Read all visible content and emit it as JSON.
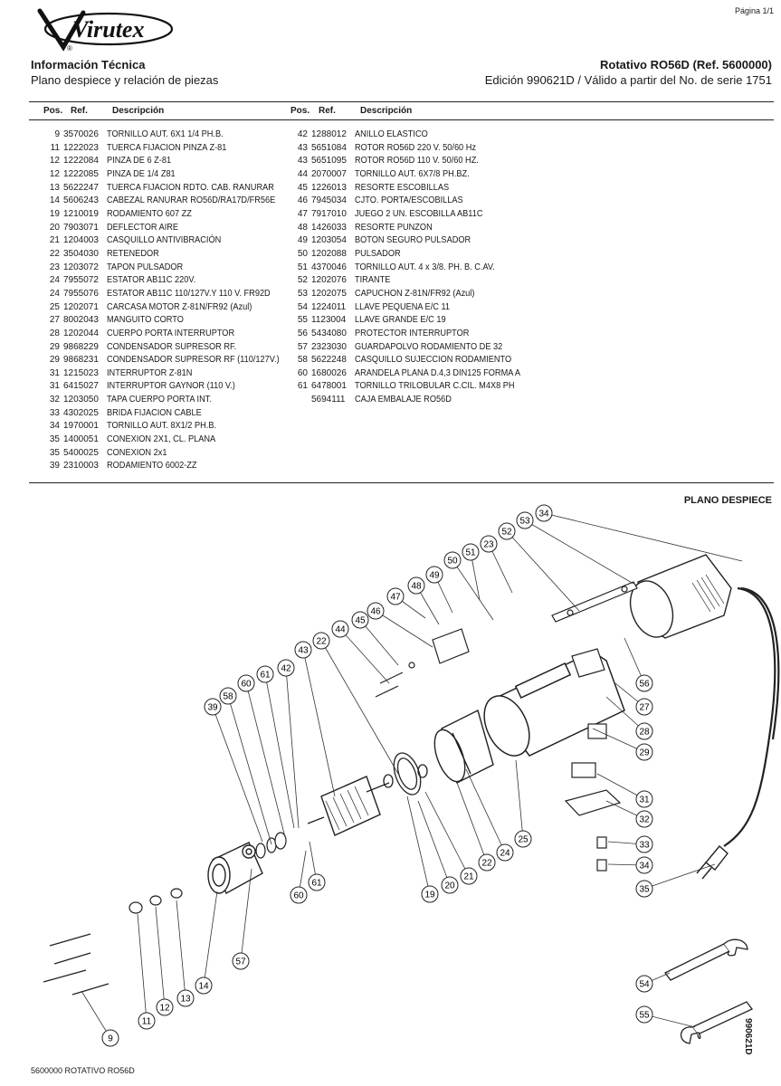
{
  "header": {
    "page": "Página 1/1",
    "brand": "Virutex",
    "registered": "®",
    "info_title": "Información Técnica",
    "info_subtitle": "Plano despiece y relación de piezas",
    "product_title": "Rotativo RO56D (Ref. 5600000)",
    "edition": "Edición 990621D / Válido a partir del No. de serie 1751"
  },
  "table": {
    "col_pos": "Pos.",
    "col_ref": "Ref.",
    "col_desc": "Descripción",
    "left_rows": [
      {
        "pos": "9",
        "ref": "3570026",
        "desc": "TORNILLO AUT. 6X1 1/4  PH.B."
      },
      {
        "pos": "11",
        "ref": "1222023",
        "desc": "TUERCA FIJACION PINZA Z-81"
      },
      {
        "pos": "12",
        "ref": "1222084",
        "desc": "PINZA DE 6 Z-81"
      },
      {
        "pos": "12",
        "ref": "1222085",
        "desc": "PINZA DE 1/4 Z81"
      },
      {
        "pos": "13",
        "ref": "5622247",
        "desc": "TUERCA FIJACION RDTO. CAB. RANURAR"
      },
      {
        "pos": "14",
        "ref": "5606243",
        "desc": "CABEZAL RANURAR RO56D/RA17D/FR56E"
      },
      {
        "pos": "19",
        "ref": "1210019",
        "desc": "RODAMIENTO 607 ZZ"
      },
      {
        "pos": "20",
        "ref": "7903071",
        "desc": "DEFLECTOR AIRE"
      },
      {
        "pos": "21",
        "ref": "1204003",
        "desc": "CASQUILLO ANTIVIBRACIÓN"
      },
      {
        "pos": "22",
        "ref": "3504030",
        "desc": "RETENEDOR"
      },
      {
        "pos": "23",
        "ref": "1203072",
        "desc": "TAPON PULSADOR"
      },
      {
        "pos": "24",
        "ref": "7955072",
        "desc": "ESTATOR AB11C 220V."
      },
      {
        "pos": "24",
        "ref": "7955076",
        "desc": "ESTATOR AB11C 110/127V.Y 110 V. FR92D"
      },
      {
        "pos": "25",
        "ref": "1202071",
        "desc": "CARCASA MOTOR Z-81N/FR92 (Azul)"
      },
      {
        "pos": "27",
        "ref": "8002043",
        "desc": "MANGUITO CORTO"
      },
      {
        "pos": "28",
        "ref": "1202044",
        "desc": "CUERPO PORTA INTERRUPTOR"
      },
      {
        "pos": "29",
        "ref": "9868229",
        "desc": "CONDENSADOR SUPRESOR RF."
      },
      {
        "pos": "29",
        "ref": "9868231",
        "desc": "CONDENSADOR SUPRESOR RF (110/127V.)"
      },
      {
        "pos": "31",
        "ref": "1215023",
        "desc": "INTERRUPTOR Z-81N"
      },
      {
        "pos": "31",
        "ref": "6415027",
        "desc": "INTERRUPTOR GAYNOR (110 V.)"
      },
      {
        "pos": "32",
        "ref": "1203050",
        "desc": "TAPA CUERPO PORTA INT."
      },
      {
        "pos": "33",
        "ref": "4302025",
        "desc": "BRIDA FIJACION CABLE"
      },
      {
        "pos": "34",
        "ref": "1970001",
        "desc": "TORNILLO AUT. 8X1/2   PH.B."
      },
      {
        "pos": "35",
        "ref": "1400051",
        "desc": "CONEXION 2X1, CL. PLANA"
      },
      {
        "pos": "35",
        "ref": "5400025",
        "desc": "CONEXION 2x1"
      },
      {
        "pos": "39",
        "ref": "2310003",
        "desc": "RODAMIENTO 6002-ZZ"
      }
    ],
    "right_rows": [
      {
        "pos": "42",
        "ref": "1288012",
        "desc": "ANILLO ELASTICO"
      },
      {
        "pos": "43",
        "ref": "5651084",
        "desc": "ROTOR RO56D 220 V. 50/60 Hz"
      },
      {
        "pos": "43",
        "ref": "5651095",
        "desc": "ROTOR RO56D 110 V. 50/60 HZ."
      },
      {
        "pos": "44",
        "ref": "2070007",
        "desc": "TORNILLO AUT. 6X7/8   PH.BZ."
      },
      {
        "pos": "45",
        "ref": "1226013",
        "desc": "RESORTE ESCOBILLAS"
      },
      {
        "pos": "46",
        "ref": "7945034",
        "desc": "CJTO. PORTA/ESCOBILLAS"
      },
      {
        "pos": "47",
        "ref": "7917010",
        "desc": "JUEGO 2 UN. ESCOBILLA AB11C"
      },
      {
        "pos": "48",
        "ref": "1426033",
        "desc": "RESORTE PUNZON"
      },
      {
        "pos": "49",
        "ref": "1203054",
        "desc": "BOTON SEGURO PULSADOR"
      },
      {
        "pos": "50",
        "ref": "1202088",
        "desc": "PULSADOR"
      },
      {
        "pos": "51",
        "ref": "4370046",
        "desc": "TORNILLO AUT. 4 x 3/8. PH. B. C.AV."
      },
      {
        "pos": "52",
        "ref": "1202076",
        "desc": "TIRANTE"
      },
      {
        "pos": "53",
        "ref": "1202075",
        "desc": "CAPUCHON Z-81N/FR92 (Azul)"
      },
      {
        "pos": "54",
        "ref": "1224011",
        "desc": "LLAVE PEQUENA E/C 11"
      },
      {
        "pos": "55",
        "ref": "1123004",
        "desc": "LLAVE GRANDE E/C 19"
      },
      {
        "pos": "56",
        "ref": "5434080",
        "desc": "PROTECTOR INTERRUPTOR"
      },
      {
        "pos": "57",
        "ref": "2323030",
        "desc": "GUARDAPOLVO RODAMIENTO DE 32"
      },
      {
        "pos": "58",
        "ref": "5622248",
        "desc": "CASQUILLO SUJECCION RODAMIENTO"
      },
      {
        "pos": "60",
        "ref": "1680026",
        "desc": "ARANDELA PLANA D.4,3 DIN125 FORMA A"
      },
      {
        "pos": "61",
        "ref": "6478001",
        "desc": "TORNILLO TRILOBULAR C.CIL. M4X8 PH"
      },
      {
        "pos": "",
        "ref": "5694111",
        "desc": "CAJA EMBALAJE RO56D"
      }
    ]
  },
  "diagram": {
    "title": "PLANO DESPIECE",
    "callouts": [
      "9",
      "11",
      "12",
      "13",
      "14",
      "19",
      "20",
      "21",
      "22",
      "22",
      "23",
      "24",
      "25",
      "27",
      "28",
      "29",
      "31",
      "32",
      "33",
      "34",
      "34",
      "35",
      "39",
      "42",
      "43",
      "44",
      "45",
      "46",
      "47",
      "48",
      "49",
      "50",
      "51",
      "52",
      "53",
      "54",
      "55",
      "56",
      "57",
      "58",
      "60",
      "60",
      "61",
      "61"
    ]
  },
  "footer": {
    "code": "5600000 ROTATIVO RO56D",
    "side_code": "990621D"
  }
}
